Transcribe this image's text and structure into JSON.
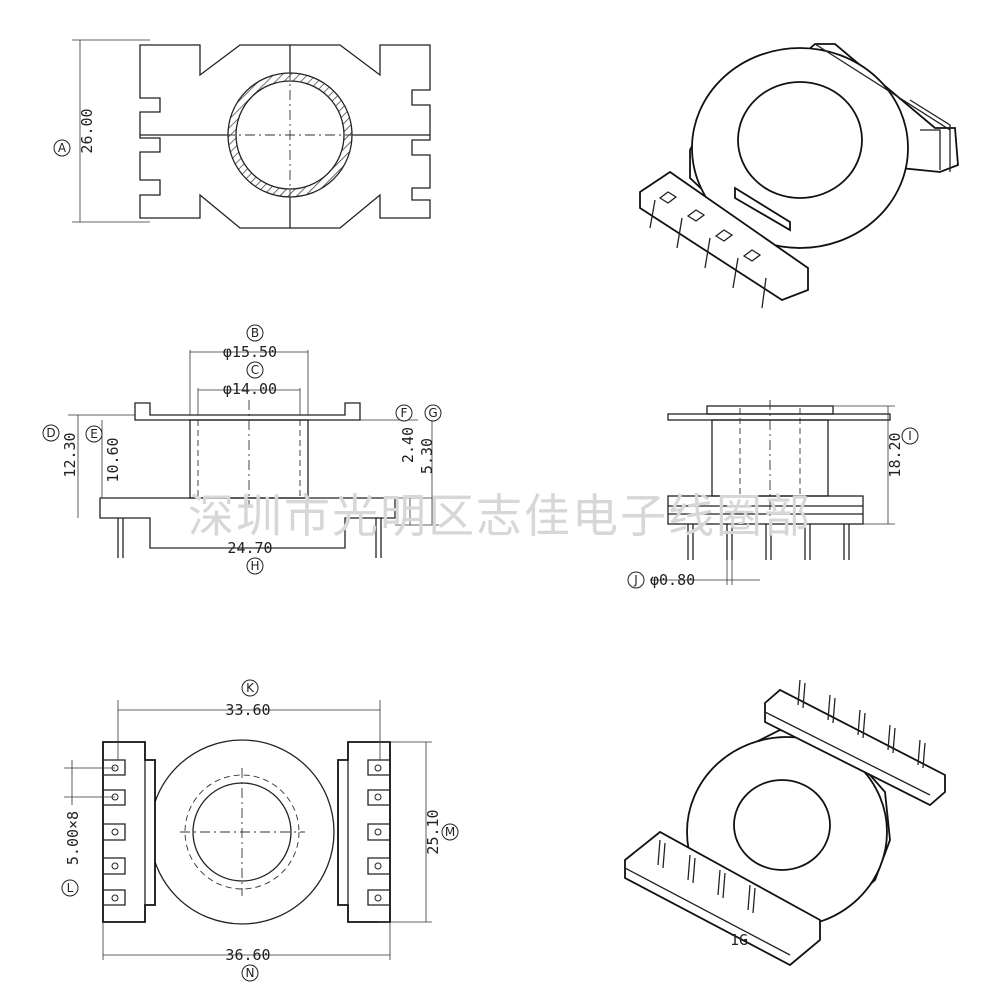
{
  "watermark": "深圳市光明区志佳电子线圈部",
  "dimensions": {
    "A": {
      "label": "A",
      "value": "26.00"
    },
    "B": {
      "label": "B",
      "value": "φ15.50"
    },
    "C": {
      "label": "C",
      "value": "φ14.00"
    },
    "D": {
      "label": "D",
      "value": "12.30"
    },
    "E": {
      "label": "E",
      "value": "10.60"
    },
    "F": {
      "label": "F",
      "value": "2.40"
    },
    "G": {
      "label": "G",
      "value": "5.30"
    },
    "H": {
      "label": "H",
      "value": "24.70"
    },
    "I": {
      "label": "I",
      "value": "18.20"
    },
    "J": {
      "label": "J",
      "value": "φ0.80"
    },
    "K": {
      "label": "K",
      "value": "33.60"
    },
    "L": {
      "label": "L",
      "value": "5.00×8"
    },
    "M": {
      "label": "M",
      "value": "25.10"
    },
    "N": {
      "label": "N",
      "value": "36.60"
    }
  },
  "corner_mark": "1G"
}
